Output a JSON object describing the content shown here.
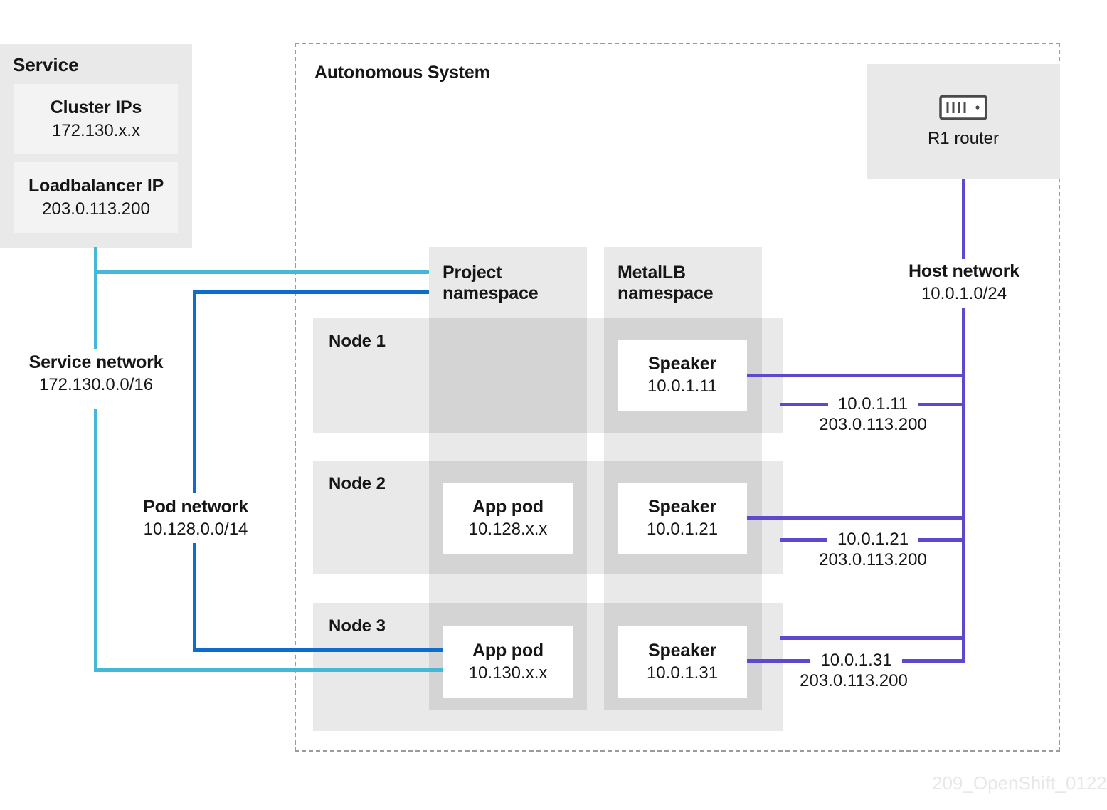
{
  "colors": {
    "service_network_cyan": "#45b8d8",
    "pod_network_blue": "#0d6dcd",
    "bgp_purple": "#5c49cb",
    "box_gray": "#e9e9e9",
    "text": "#161616"
  },
  "service": {
    "title": "Service",
    "cluster": {
      "label": "Cluster IPs",
      "value": "172.130.x.x"
    },
    "loadbalancer": {
      "label": "Loadbalancer IP",
      "value": "203.0.113.200"
    }
  },
  "autonomous_system": {
    "label": "Autonomous System"
  },
  "router": {
    "label": "R1 router"
  },
  "host_network": {
    "label": "Host network",
    "cidr": "10.0.1.0/24"
  },
  "service_network": {
    "label": "Service network",
    "cidr": "172.130.0.0/16"
  },
  "pod_network": {
    "label": "Pod network",
    "cidr": "10.128.0.0/14"
  },
  "namespaces": {
    "project": "Project namespace",
    "metallb": "MetalLB namespace"
  },
  "nodes": [
    {
      "label": "Node 1",
      "speaker": {
        "label": "Speaker",
        "ip": "10.0.1.11"
      },
      "link": {
        "ip": "10.0.1.11",
        "vip": "203.0.113.200"
      }
    },
    {
      "label": "Node 2",
      "app_pod": {
        "label": "App pod",
        "ip": "10.128.x.x"
      },
      "speaker": {
        "label": "Speaker",
        "ip": "10.0.1.21"
      },
      "link": {
        "ip": "10.0.1.21",
        "vip": "203.0.113.200"
      }
    },
    {
      "label": "Node 3",
      "app_pod": {
        "label": "App pod",
        "ip": "10.130.x.x"
      },
      "speaker": {
        "label": "Speaker",
        "ip": "10.0.1.31"
      },
      "link": {
        "ip": "10.0.1.31",
        "vip": "203.0.113.200"
      }
    }
  ],
  "watermark": "209_OpenShift_0122"
}
